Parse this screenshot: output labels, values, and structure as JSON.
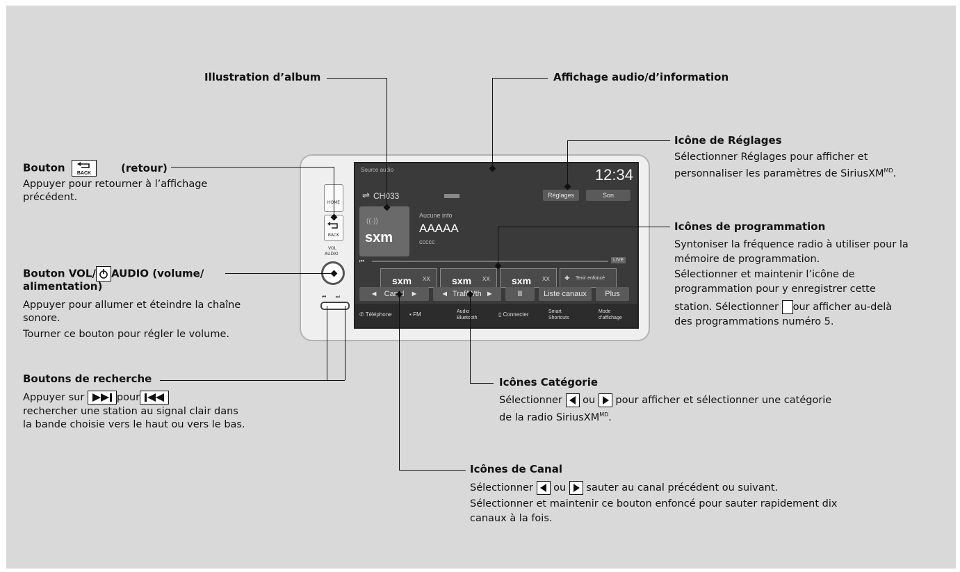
{
  "callouts": {
    "album": {
      "title": "Illustration d’album"
    },
    "display": {
      "title": "Affichage audio/d’information"
    },
    "settings": {
      "title": "Icône de Réglages",
      "lines": [
        "Sélectionner Réglages pour afficher et",
        "personnaliser les paramètres de SiriusXM"
      ]
    },
    "back": {
      "title_prefix": "Bouton",
      "title_suffix": "(retour)",
      "lines": [
        "Appuyer pour retourner à l’affichage",
        "précédent."
      ]
    },
    "presets": {
      "title": "Icônes de programmation",
      "lines": [
        "Syntoniser la fréquence radio à utiliser pour la",
        "mémoire de programmation.",
        "Sélectionner et maintenir l’icône de",
        "programmation pour y enregistrer cette"
      ],
      "line5_a": "station. Sélectionner",
      "line5_b": "our afficher au-delà",
      "line6": "des programmations numéro 5."
    },
    "vol": {
      "title_a": "Bouton VOL/",
      "title_b": "AUDIO (volume/",
      "title_line2": "alimentation)",
      "lines": [
        "Appuyer pour allumer et éteindre la chaîne",
        "sonore.",
        "Tourner ce bouton pour régler le volume."
      ]
    },
    "seek": {
      "title": "Boutons de recherche",
      "line1_a": "Appuyer sur",
      "line1_b": "pour",
      "lines": [
        "rechercher une station au signal clair dans",
        "la bande choisie vers le haut ou vers le bas."
      ]
    },
    "category": {
      "title": "Icônes Catégorie",
      "line1_a": "Sélectionner",
      "line1_b": "ou",
      "line1_c": "pour afficher et sélectionner une catégorie",
      "line2": "de la radio SiriusXM"
    },
    "channel": {
      "title": "Icônes de Canal",
      "line1_a": "Sélectionner",
      "line1_b": "ou",
      "line1_c": "sauter au canal précédent ou suivant.",
      "lines": [
        "Sélectionner et maintenir ce bouton enfoncé pour sauter rapidement dix",
        "canaux à la fois."
      ]
    },
    "md": "MD"
  },
  "device": {
    "home_label": "HOME",
    "back_label": "BACK",
    "vol_label": "VOL",
    "audio_label": "AUDIO"
  },
  "screen": {
    "source": "Source audio",
    "clock": "12:34",
    "channel": "CH033",
    "settings_btn": "Réglages",
    "sound_btn": "Son",
    "info": "Aucune info",
    "artist": "AAAAA",
    "song": "ccccc",
    "logo": "sxm",
    "live": "LIVE",
    "preset_label": "XX",
    "hold_label": "Tenir enfoncé",
    "canal": "Canal",
    "traf": "Traf/Wth",
    "pause": "II",
    "list": "Liste canaux",
    "plus": "Plus",
    "nav": [
      "Téléphone",
      "FM",
      "Audio Bluetooth",
      "Connecter",
      "Smart Shortcuts",
      "Mode d’affichage"
    ]
  }
}
